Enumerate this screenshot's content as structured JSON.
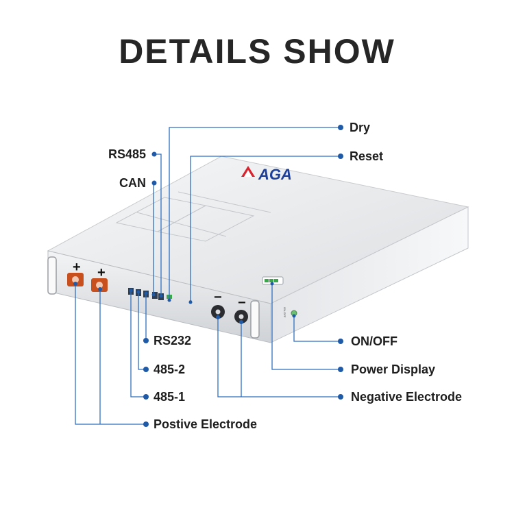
{
  "title": "DETAILS SHOW",
  "brand": "AGA",
  "colors": {
    "callout_line": "#2f6fbf",
    "callout_dot": "#1f5aa8",
    "terminal": "#c8501e",
    "panel": "#e9eaec"
  },
  "callouts": {
    "dry": "Dry",
    "reset": "Reset",
    "rs485": "RS485",
    "can": "CAN",
    "rs232": "RS232",
    "p485_2": "485-2",
    "p485_1": "485-1",
    "positive": "Postive Electrode",
    "onoff": "ON/OFF",
    "power_display": "Power Display",
    "negative": "Negative Electrode"
  },
  "terminal_marks": {
    "plus": "+",
    "minus": "−"
  },
  "device_labels": {
    "onoff": "ON-OFF"
  }
}
